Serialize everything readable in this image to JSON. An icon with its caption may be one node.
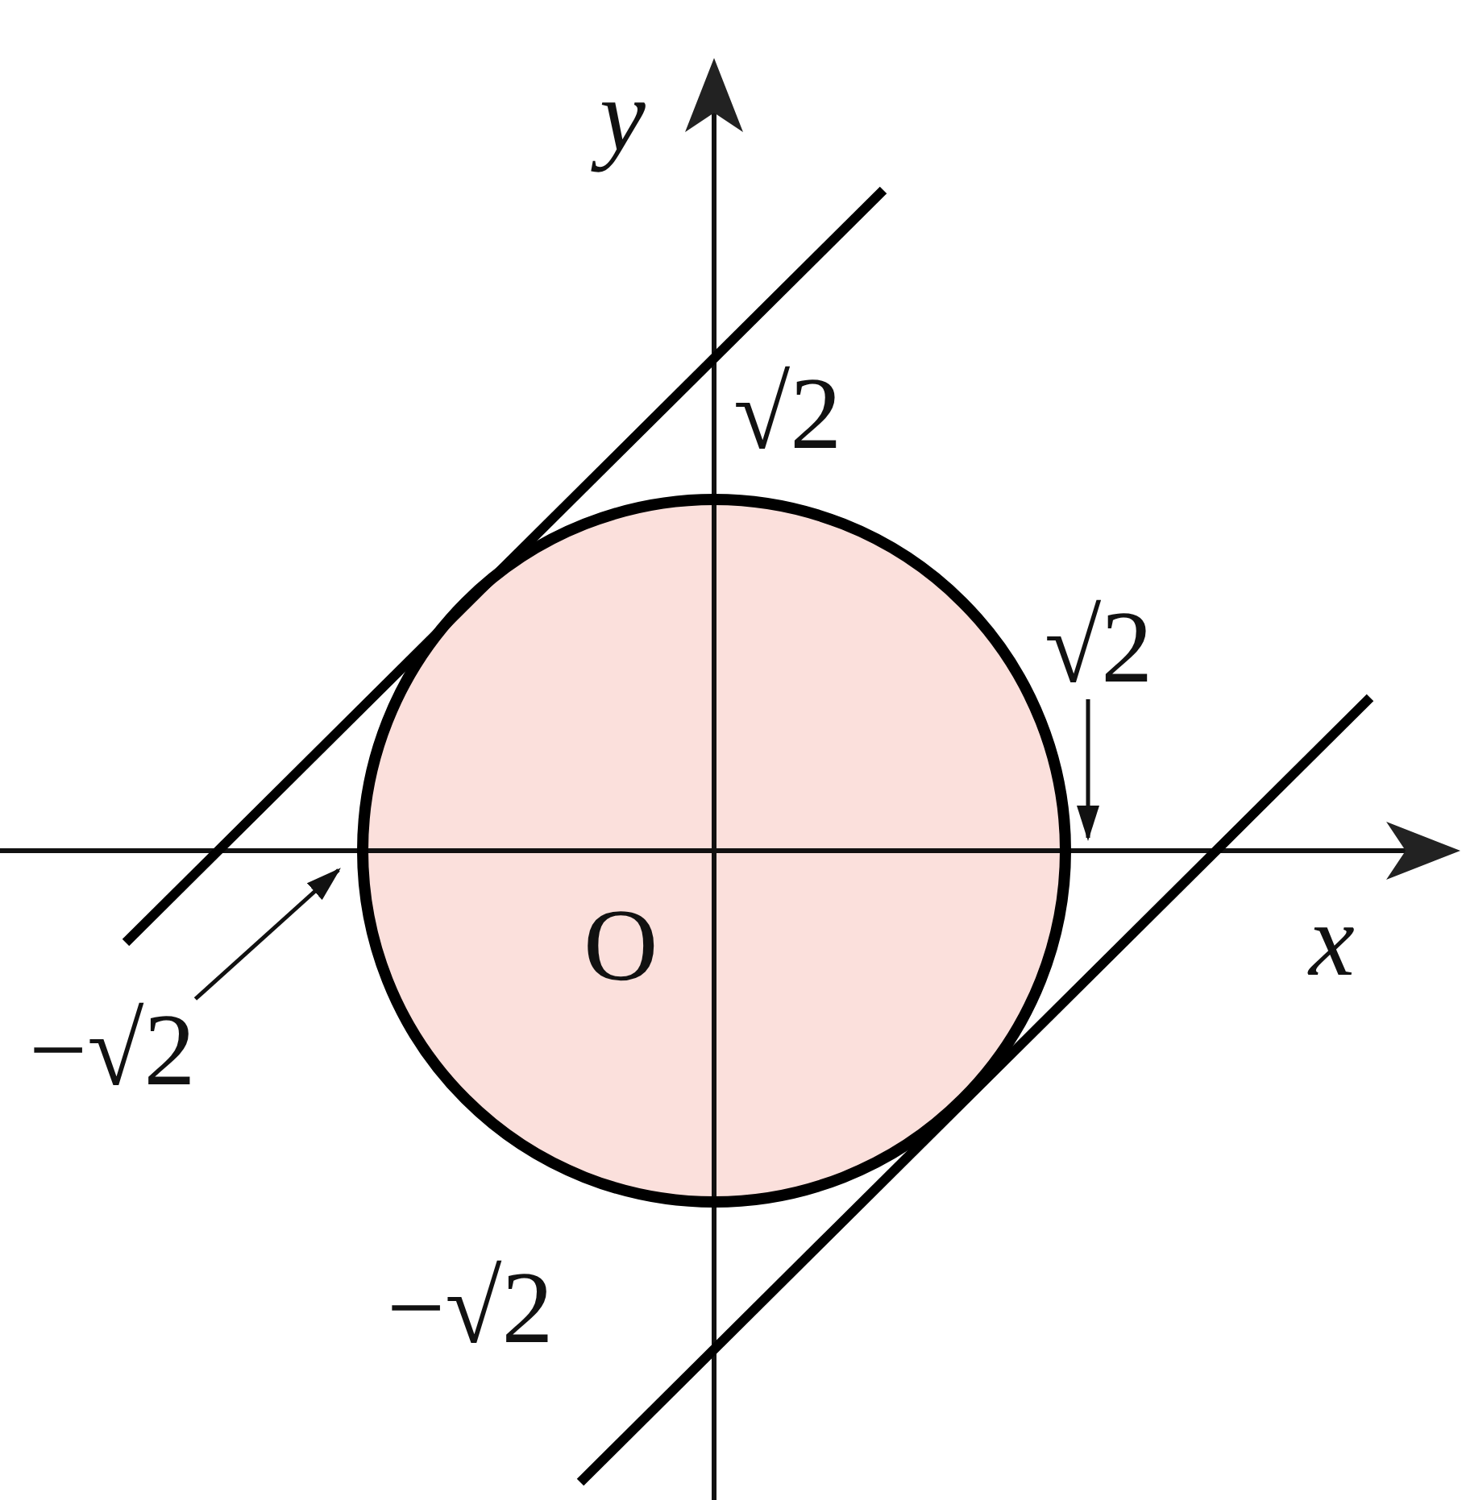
{
  "diagram": {
    "nodes": [
      {
        "text": [
          "√2"
        ]
      },
      {
        "text": [
          "−√2"
        ]
      }
    ],
    "edges": [
      {
        "from": 0,
        "to": null,
        "arrow": "to"
      },
      {
        "from": 1,
        "to": null,
        "arrow": "to"
      }
    ],
    "labels": [
      "y",
      "√2",
      "x",
      "O",
      "−√2"
    ]
  }
}
